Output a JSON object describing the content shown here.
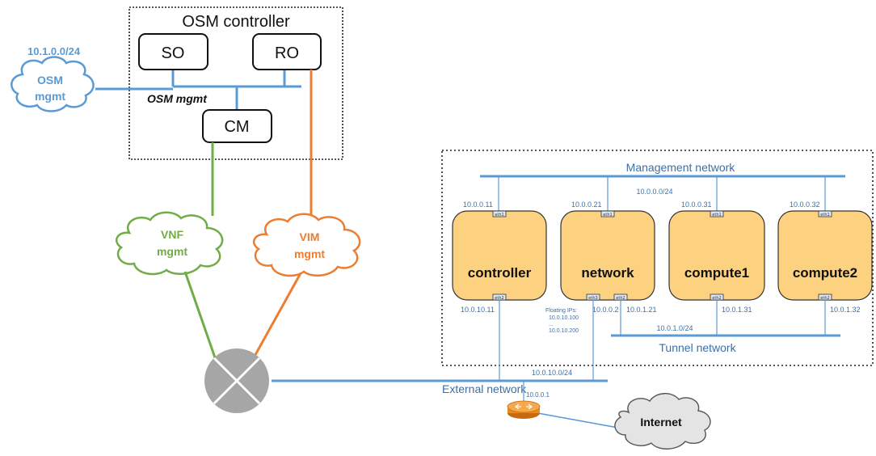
{
  "osm": {
    "title": "OSM controller",
    "so_label": "SO",
    "ro_label": "RO",
    "cm_label": "CM",
    "mgmt_bus_label": "OSM mgmt",
    "mgmt_cloud": {
      "line1": "OSM",
      "line2": "mgmt"
    },
    "mgmt_subnet": "10.1.0.0/24"
  },
  "vnf_cloud": {
    "line1": "VNF",
    "line2": "mgmt"
  },
  "vim_cloud": {
    "line1": "VIM",
    "line2": "mgmt"
  },
  "openstack": {
    "mgmt_network_label": "Management network",
    "mgmt_subnet": "10.0.0.0/24",
    "tunnel_network_label": "Tunnel network",
    "tunnel_subnet": "10.0.1.0/24",
    "external_network_label": "External network",
    "external_subnet": "10.0.10.0/24",
    "gateway_ip": "10.0.0.1",
    "internet_label": "Internet",
    "floating_ips": {
      "line1": "Floating IPs:",
      "line2": "10.0.10.100",
      "line3": "...",
      "line4": "10.0.10.200"
    },
    "nodes": [
      {
        "name": "controller",
        "eth1": "eth1",
        "eth1_ip": "10.0.0.11",
        "eth2": "eth2",
        "eth2_ip": "10.0.10.11"
      },
      {
        "name": "network",
        "eth1": "eth1",
        "eth1_ip": "10.0.0.21",
        "eth3": "eth3",
        "eth3_ip": "10.0.0.2",
        "eth2": "eth2",
        "eth2_ip": "10.0.1.21"
      },
      {
        "name": "compute1",
        "eth1": "eth1",
        "eth1_ip": "10.0.0.31",
        "eth2": "eth2",
        "eth2_ip": "10.0.1.31"
      },
      {
        "name": "compute2",
        "eth1": "eth1",
        "eth1_ip": "10.0.0.32",
        "eth2": "eth2",
        "eth2_ip": "10.0.1.32"
      }
    ]
  },
  "colors": {
    "blue": "#5b9bd5",
    "green": "#70ad47",
    "orange": "#ed7d31",
    "node_fill": "#fcd281",
    "label_blue": "#3b6fa8"
  }
}
